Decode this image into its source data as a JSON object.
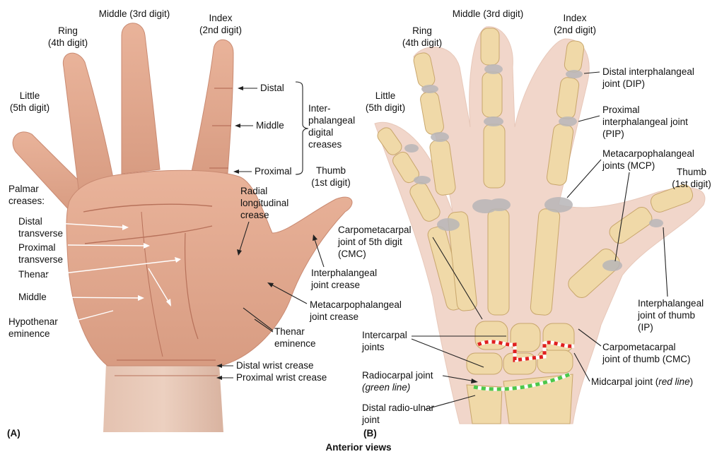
{
  "figure": {
    "caption": "Anterior views",
    "panel_a_tag": "(A)",
    "panel_b_tag": "(B)"
  },
  "panel_a": {
    "digits": {
      "little": [
        "Little",
        "(5th digit)"
      ],
      "ring": [
        "Ring",
        "(4th digit)"
      ],
      "middle": [
        "Middle (3rd digit)"
      ],
      "index": [
        "Index",
        "(2nd digit)"
      ],
      "thumb": [
        "Thumb",
        "(1st digit)"
      ]
    },
    "interphalangeal_creases": {
      "distal": "Distal",
      "middle": "Middle",
      "proximal": "Proximal",
      "group": [
        "Inter-",
        "phalangeal",
        "digital",
        "creases"
      ]
    },
    "palmar_creases_heading": [
      "Palmar",
      "creases:"
    ],
    "palmar": {
      "distal_transverse": [
        "Distal",
        "transverse"
      ],
      "proximal_transverse": [
        "Proximal",
        "transverse"
      ],
      "thenar": [
        "Thenar"
      ],
      "middle": [
        "Middle"
      ],
      "hypothenar": [
        "Hypothenar",
        "eminence"
      ]
    },
    "radial_longitudinal": [
      "Radial",
      "longitudinal",
      "crease"
    ],
    "interphalangeal_joint_crease": [
      "Interphalangeal",
      "joint crease"
    ],
    "mcp_joint_crease": [
      "Metacarpophalangeal",
      "joint crease"
    ],
    "thenar_eminence": [
      "Thenar",
      "eminence"
    ],
    "distal_wrist_crease": "Distal wrist crease",
    "proximal_wrist_crease": "Proximal wrist crease"
  },
  "panel_b": {
    "digits": {
      "little": [
        "Little",
        "(5th digit)"
      ],
      "ring": [
        "Ring",
        "(4th digit)"
      ],
      "middle": [
        "Middle (3rd digit)"
      ],
      "index": [
        "Index",
        "(2nd digit)"
      ],
      "thumb": [
        "Thumb",
        "(1st digit)"
      ]
    },
    "dip": [
      "Distal interphalangeal",
      "joint (DIP)"
    ],
    "pip": [
      "Proximal",
      "interphalangeal joint",
      "(PIP)"
    ],
    "mcp": [
      "Metacarpophalangeal",
      "joints (MCP)"
    ],
    "cmc5": [
      "Carpometacarpal",
      "joint of 5th digit",
      "(CMC)"
    ],
    "ip_thumb": [
      "Interphalangeal",
      "joint of thumb",
      "(IP)"
    ],
    "intercarpal": [
      "Intercarpal",
      "joints"
    ],
    "cmc_thumb": [
      "Carpometacarpal",
      "joint of thumb (CMC)"
    ],
    "radiocarpal": {
      "name": "Radiocarpal joint",
      "note": "(green line)"
    },
    "midcarpal": {
      "name": "Midcarpal joint (",
      "note": "red line",
      "close": ")"
    },
    "druj": [
      "Distal radio-ulnar",
      "joint"
    ]
  },
  "colors": {
    "skin": "#e0a58c",
    "skin_shadow": "#c98a72",
    "bone": "#f0d9a8",
    "bone_edge": "#c8a66c",
    "cartilage": "#b8b6b8",
    "radiocarpal_line": "#4cc84a",
    "midcarpal_line": "#e02020"
  }
}
